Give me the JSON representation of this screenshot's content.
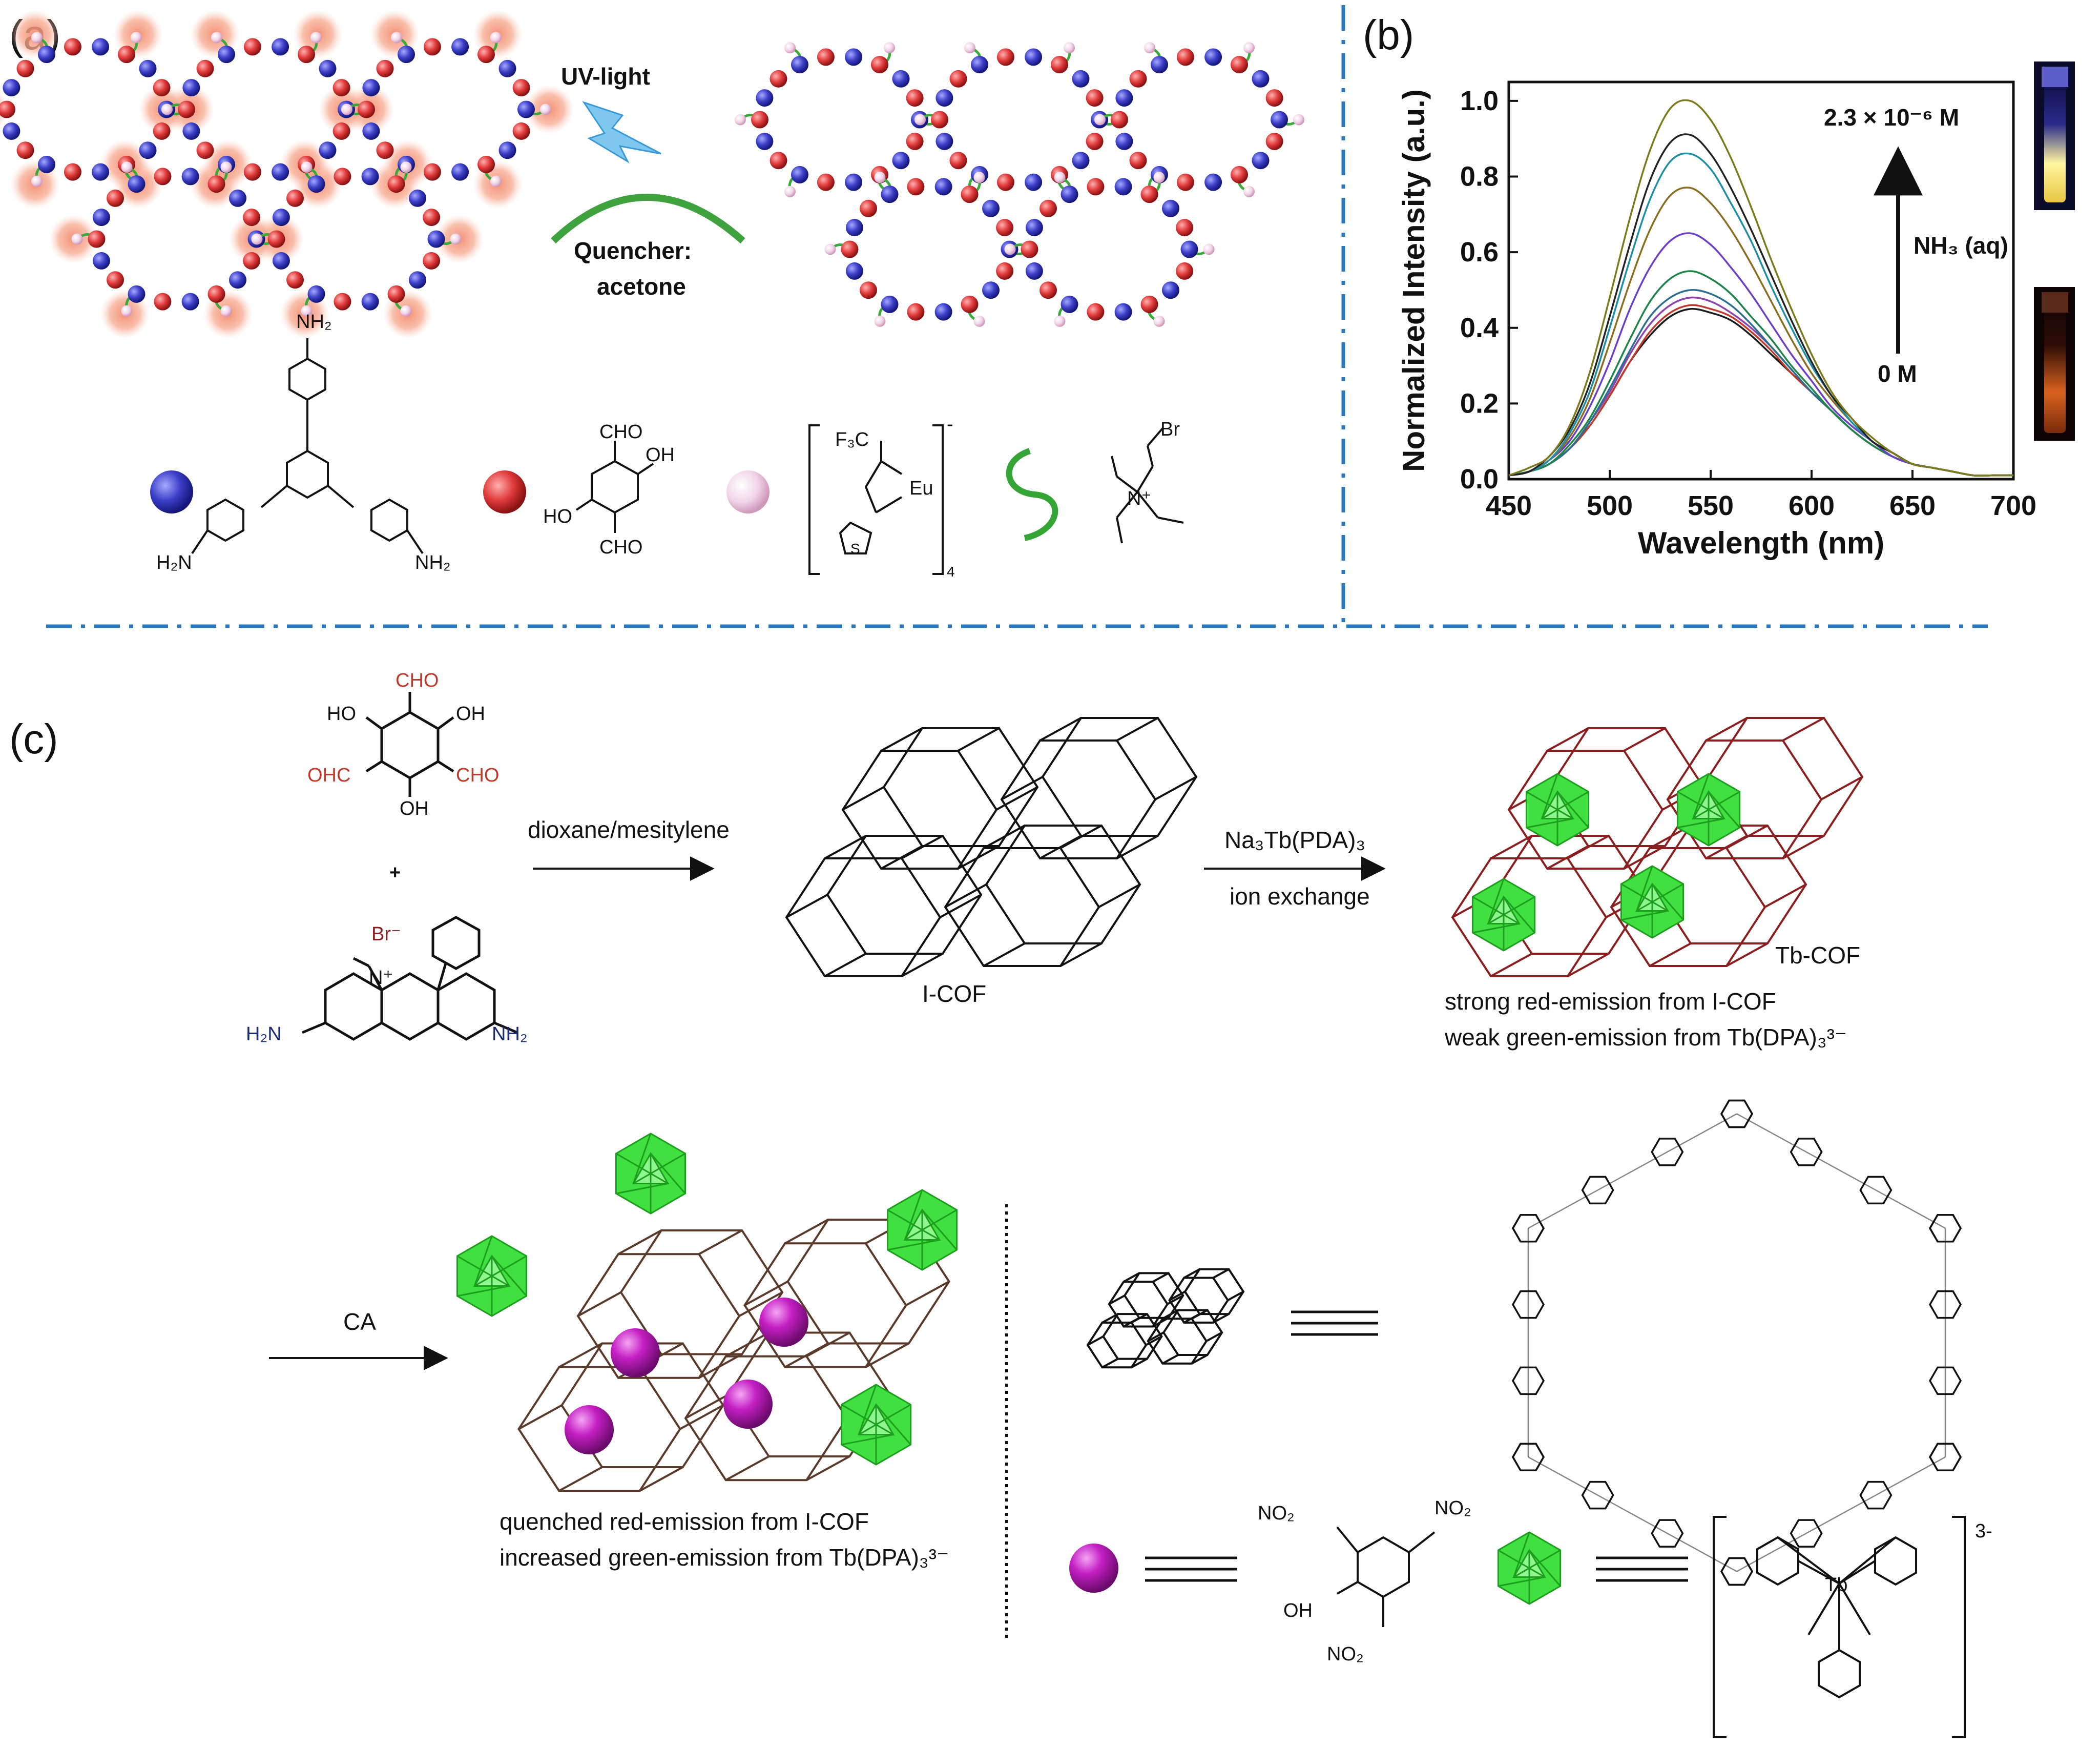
{
  "panels": {
    "a": {
      "label": "(a)",
      "arrow_top": "UV-light",
      "arrow_bottom_1": "Quencher:",
      "arrow_bottom_2": "acetone",
      "legend": {
        "nh2_top": "NH₂",
        "h2n_left": "H₂N",
        "nh2_right": "NH₂",
        "cho_top": "CHO",
        "oh_right": "OH",
        "ho_left": "HO",
        "cho_bottom": "CHO",
        "f3c": "F₃C",
        "eu": "Eu",
        "charge": "-",
        "sub4": "4",
        "br": "Br",
        "nplus": "N⁺"
      }
    },
    "b": {
      "label": "(b)",
      "annot_top": "2.3 × 10⁻⁶ M",
      "annot_mid": "NH₃ (aq)",
      "annot_bottom": "0 M"
    },
    "c": {
      "label": "(c)",
      "reagent_top": {
        "cho_top": "CHO",
        "ho_left": "HO",
        "oh_right": "OH",
        "ohc": "OHC",
        "cho_right": "CHO",
        "oh_bottom": "OH",
        "plus": "+",
        "br": "Br⁻",
        "nplus": "N⁺",
        "h2n": "H₂N",
        "nh2": "NH₂"
      },
      "step1": "dioxane/mesitylene",
      "icof_label": "I-COF",
      "step2_top": "Na₃Tb(PDA)₃",
      "step2_bottom": "ion exchange",
      "tbcof_label": "Tb-COF",
      "tbcof_caption_1": "strong red-emission from I-COF",
      "tbcof_caption_2": "weak green-emission from Tb(DPA)₃³⁻",
      "step3": "CA",
      "quench_caption_1": "quenched red-emission from I-COF",
      "quench_caption_2": "increased green-emission from Tb(DPA)₃³⁻",
      "picric": {
        "no2_top": "NO₂",
        "no2_right": "NO₂",
        "no2_bottom": "NO₂",
        "oh": "OH"
      },
      "tb_complex": {
        "tb": "Tb",
        "charge": "3-"
      }
    }
  },
  "chart_data": {
    "type": "line",
    "xlabel": "Wavelength (nm)",
    "ylabel": "Normalized Intensity (a.u.)",
    "xlim": [
      450,
      700
    ],
    "ylim": [
      0,
      1.05
    ],
    "xticks": [
      "450",
      "500",
      "550",
      "600",
      "650",
      "700"
    ],
    "yticks": [
      "0.0",
      "0.2",
      "0.4",
      "0.6",
      "0.8",
      "1.0"
    ],
    "grid": false,
    "x": [
      450,
      460,
      470,
      480,
      490,
      500,
      510,
      520,
      530,
      540,
      550,
      560,
      570,
      580,
      590,
      600,
      610,
      620,
      630,
      640,
      650,
      660,
      670,
      680,
      690,
      700
    ],
    "series": [
      {
        "color": "#1a1a1a",
        "peak": 0.45,
        "values": [
          0.01,
          0.02,
          0.04,
          0.08,
          0.14,
          0.22,
          0.31,
          0.38,
          0.43,
          0.45,
          0.44,
          0.42,
          0.38,
          0.33,
          0.28,
          0.23,
          0.18,
          0.13,
          0.09,
          0.06,
          0.04,
          0.03,
          0.02,
          0.01,
          0.01,
          0.01
        ]
      },
      {
        "color": "#c0392b",
        "peak": 0.46,
        "values": [
          0.01,
          0.02,
          0.04,
          0.08,
          0.14,
          0.22,
          0.31,
          0.39,
          0.44,
          0.46,
          0.45,
          0.43,
          0.39,
          0.34,
          0.28,
          0.23,
          0.18,
          0.13,
          0.09,
          0.06,
          0.04,
          0.03,
          0.02,
          0.01,
          0.01,
          0.01
        ]
      },
      {
        "color": "#8e44ad",
        "peak": 0.48,
        "values": [
          0.01,
          0.02,
          0.04,
          0.08,
          0.15,
          0.23,
          0.33,
          0.41,
          0.46,
          0.48,
          0.47,
          0.44,
          0.4,
          0.35,
          0.29,
          0.23,
          0.18,
          0.13,
          0.09,
          0.06,
          0.04,
          0.03,
          0.02,
          0.01,
          0.01,
          0.01
        ]
      },
      {
        "color": "#2c6e8f",
        "peak": 0.5,
        "values": [
          0.01,
          0.02,
          0.04,
          0.08,
          0.15,
          0.24,
          0.34,
          0.43,
          0.48,
          0.5,
          0.49,
          0.46,
          0.41,
          0.35,
          0.29,
          0.23,
          0.18,
          0.13,
          0.09,
          0.06,
          0.04,
          0.03,
          0.02,
          0.01,
          0.01,
          0.01
        ]
      },
      {
        "color": "#1e8449",
        "peak": 0.55,
        "values": [
          0.01,
          0.02,
          0.04,
          0.09,
          0.16,
          0.26,
          0.37,
          0.47,
          0.53,
          0.55,
          0.53,
          0.49,
          0.43,
          0.37,
          0.3,
          0.24,
          0.18,
          0.13,
          0.09,
          0.06,
          0.04,
          0.03,
          0.02,
          0.01,
          0.01,
          0.01
        ]
      },
      {
        "color": "#6c3fc9",
        "peak": 0.65,
        "values": [
          0.01,
          0.02,
          0.05,
          0.1,
          0.19,
          0.31,
          0.45,
          0.56,
          0.63,
          0.65,
          0.62,
          0.56,
          0.49,
          0.41,
          0.33,
          0.26,
          0.19,
          0.14,
          0.1,
          0.06,
          0.04,
          0.03,
          0.02,
          0.01,
          0.01,
          0.01
        ]
      },
      {
        "color": "#8a6d1f",
        "peak": 0.77,
        "values": [
          0.01,
          0.02,
          0.05,
          0.11,
          0.21,
          0.36,
          0.52,
          0.66,
          0.75,
          0.77,
          0.73,
          0.66,
          0.57,
          0.47,
          0.37,
          0.28,
          0.21,
          0.15,
          0.1,
          0.07,
          0.04,
          0.03,
          0.02,
          0.01,
          0.01,
          0.01
        ]
      },
      {
        "color": "#1f8fa6",
        "peak": 0.86,
        "values": [
          0.01,
          0.02,
          0.05,
          0.12,
          0.23,
          0.4,
          0.58,
          0.74,
          0.84,
          0.86,
          0.82,
          0.73,
          0.63,
          0.51,
          0.4,
          0.3,
          0.22,
          0.15,
          0.1,
          0.07,
          0.04,
          0.03,
          0.02,
          0.01,
          0.01,
          0.01
        ]
      },
      {
        "color": "#222222",
        "peak": 0.91,
        "values": [
          0.01,
          0.02,
          0.06,
          0.13,
          0.25,
          0.43,
          0.62,
          0.79,
          0.89,
          0.91,
          0.86,
          0.77,
          0.66,
          0.54,
          0.42,
          0.31,
          0.22,
          0.16,
          0.1,
          0.07,
          0.04,
          0.03,
          0.02,
          0.01,
          0.01,
          0.01
        ]
      },
      {
        "color": "#7d7a1e",
        "peak": 1.0,
        "values": [
          0.01,
          0.03,
          0.06,
          0.14,
          0.28,
          0.48,
          0.69,
          0.87,
          0.98,
          1.0,
          0.95,
          0.85,
          0.72,
          0.58,
          0.45,
          0.33,
          0.23,
          0.16,
          0.11,
          0.07,
          0.04,
          0.03,
          0.02,
          0.01,
          0.01,
          0.01
        ]
      }
    ]
  }
}
